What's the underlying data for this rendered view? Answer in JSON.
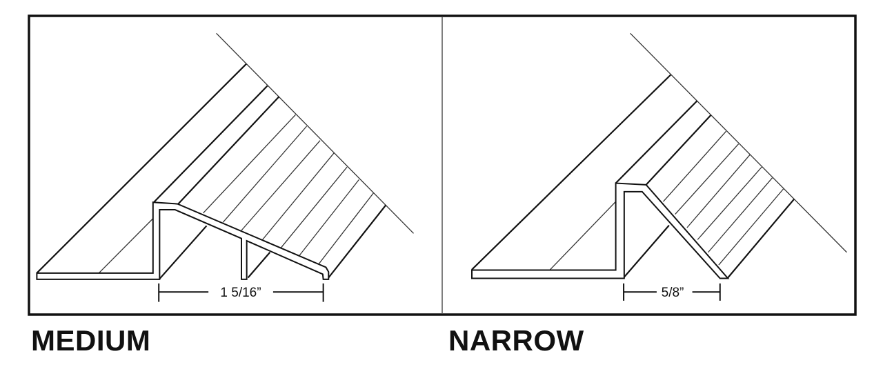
{
  "panels": [
    {
      "label": "MEDIUM",
      "dimension": "1 5/16”"
    },
    {
      "label": "NARROW",
      "dimension": "5/8”"
    }
  ]
}
